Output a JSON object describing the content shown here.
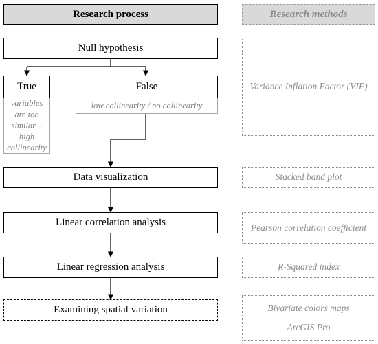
{
  "headers": {
    "process": "Research process",
    "methods": "Research methods"
  },
  "steps": {
    "null_hypothesis": "Null hypothesis",
    "true_label": "True",
    "true_note": "variables are too similar – high collinearity",
    "false_label": "False",
    "false_note": "low collinearity / no collinearity",
    "data_visualization": "Data visualization",
    "linear_correlation": "Linear correlation analysis",
    "linear_regression": "Linear regression analysis",
    "spatial_variation": "Examining spatial variation"
  },
  "methods": {
    "vif": "Variance Inflation Factor (VIF)",
    "stacked_band": "Stacked band plot",
    "pearson": "Pearson correlation coefficient",
    "r_squared": "R-Squared index",
    "bivariate_maps": "Bivariate colors maps",
    "arcgis": "ArcGIS Pro"
  }
}
